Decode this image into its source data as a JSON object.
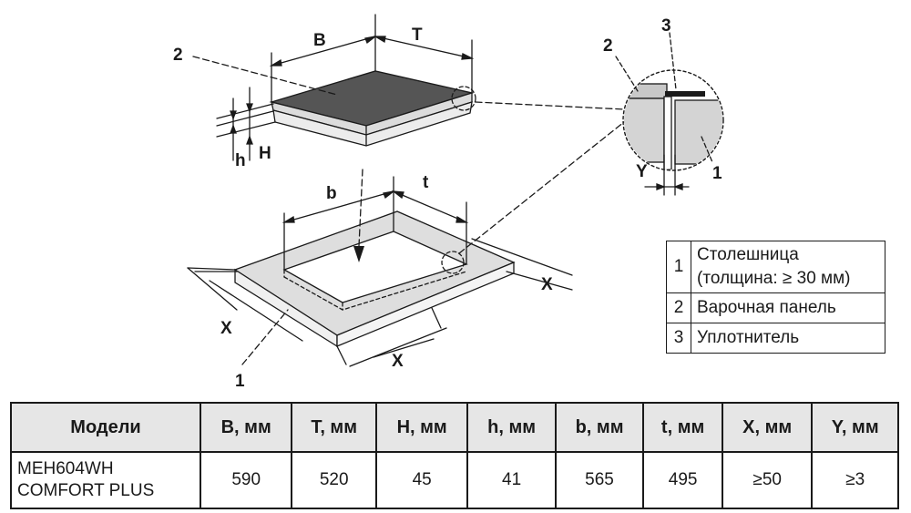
{
  "diagram": {
    "callouts": {
      "hob": "2",
      "countertop": "1",
      "seal": "3"
    },
    "dimension_labels": {
      "B": "B",
      "T": "T",
      "H": "H",
      "h": "h",
      "b": "b",
      "t": "t",
      "X": "X",
      "Y": "Y"
    },
    "detail_callouts": {
      "countertop": "1",
      "hob": "2",
      "seal": "3"
    }
  },
  "legend": {
    "rows": [
      {
        "num": "1",
        "text_line1": "Столешница",
        "text_line2": "(толщина: ≥ 30 мм)"
      },
      {
        "num": "2",
        "text_line1": "Варочная панель"
      },
      {
        "num": "3",
        "text_line1": "Уплотнитель"
      }
    ]
  },
  "spec_table": {
    "headers": [
      "Модели",
      "B, мм",
      "T, мм",
      "H, мм",
      "h, мм",
      "b, мм",
      "t, мм",
      "X, мм",
      "Y, мм"
    ],
    "row": {
      "model_line1": "MEH604WH",
      "model_line2": "COMFORT PLUS",
      "values": [
        "590",
        "520",
        "45",
        "41",
        "565",
        "495",
        "≥50",
        "≥3"
      ]
    }
  }
}
